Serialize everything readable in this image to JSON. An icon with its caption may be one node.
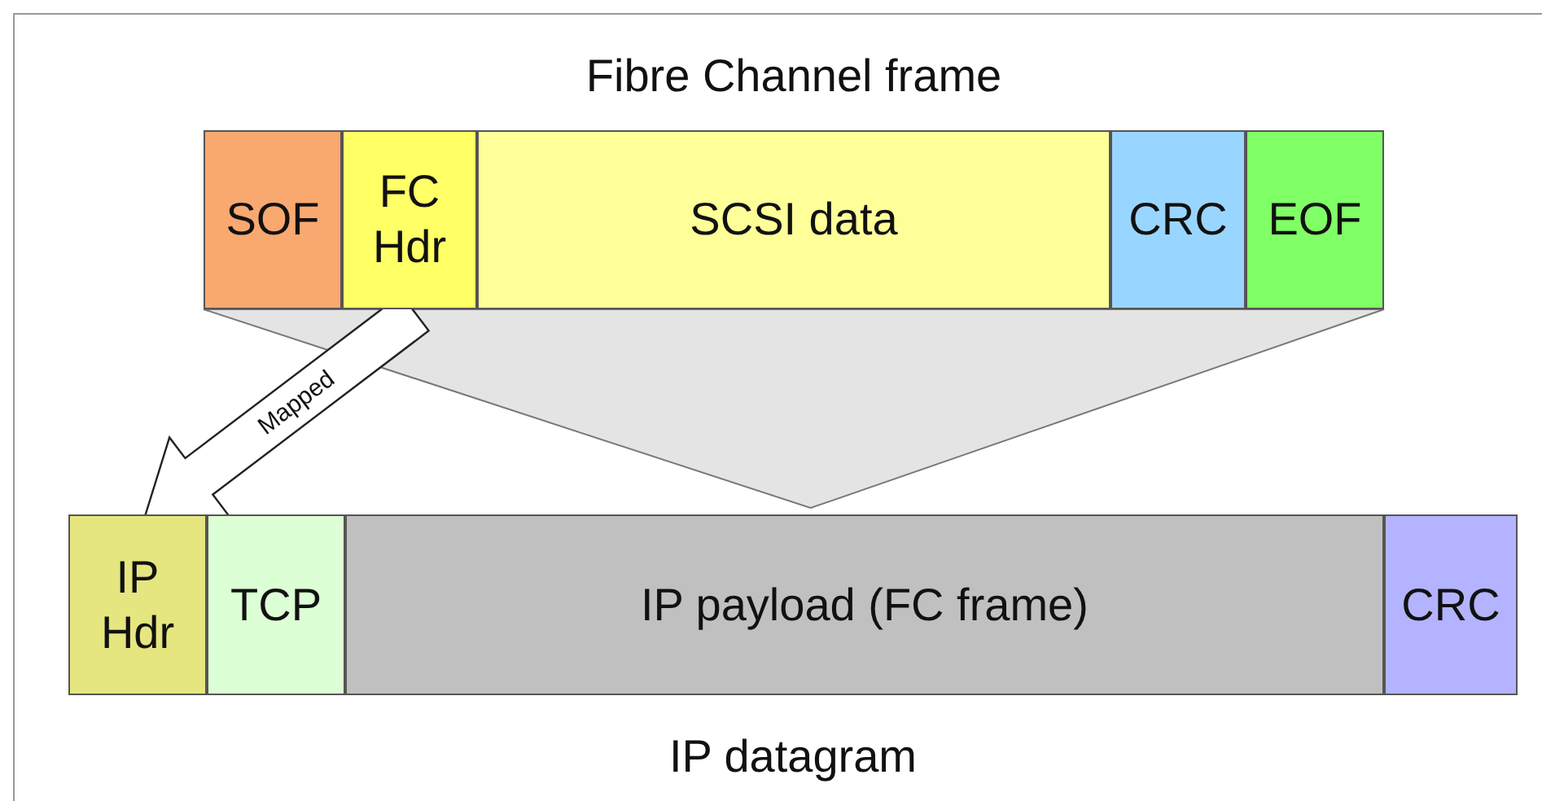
{
  "diagram": {
    "nodes": [
      {
        "text": [
          "Fibre Channel frame"
        ]
      },
      {
        "text": [
          "SOF"
        ],
        "in": 0
      },
      {
        "text": [
          "FC Hdr"
        ],
        "in": 0
      },
      {
        "text": [
          "SCSI data"
        ],
        "in": 0
      },
      {
        "text": [
          "CRC"
        ],
        "in": 0
      },
      {
        "text": [
          "EOF"
        ],
        "in": 0
      },
      {
        "text": [
          "IP datagram"
        ]
      },
      {
        "text": [
          "IP Hdr"
        ],
        "in": 6
      },
      {
        "text": [
          "TCP"
        ],
        "in": 6
      },
      {
        "text": [
          "IP payload (FC frame)"
        ],
        "in": 6
      },
      {
        "text": [
          "CRC"
        ],
        "in": 6
      }
    ],
    "edges": [
      {
        "from": 0,
        "to": 9,
        "arrow": "to"
      },
      {
        "from": 2,
        "to": 7,
        "arrow": "to",
        "label": "Mapped"
      }
    ]
  }
}
